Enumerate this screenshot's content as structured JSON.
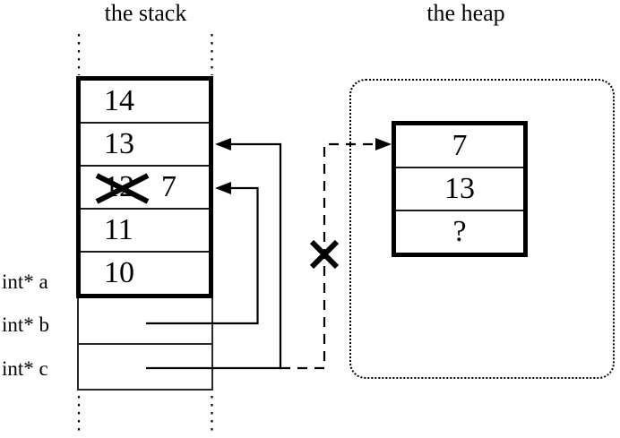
{
  "colors": {
    "ink": "#000000",
    "paper": "#ffffff"
  },
  "stack": {
    "title": "the stack",
    "cells": [
      {
        "value": "14"
      },
      {
        "value": "13"
      },
      {
        "old_value": "12",
        "new_value": "7",
        "crossed_out": true
      },
      {
        "value": "11"
      },
      {
        "value": "10"
      }
    ],
    "variables": [
      {
        "label": "int* a"
      },
      {
        "label": "int* b"
      },
      {
        "label": "int* c"
      }
    ]
  },
  "heap": {
    "title": "the heap",
    "cells": [
      {
        "value": "7"
      },
      {
        "value": "13"
      },
      {
        "value": "?"
      }
    ]
  },
  "icons": {
    "cross_out": "x-mark",
    "arrowhead": "filled-triangle"
  }
}
